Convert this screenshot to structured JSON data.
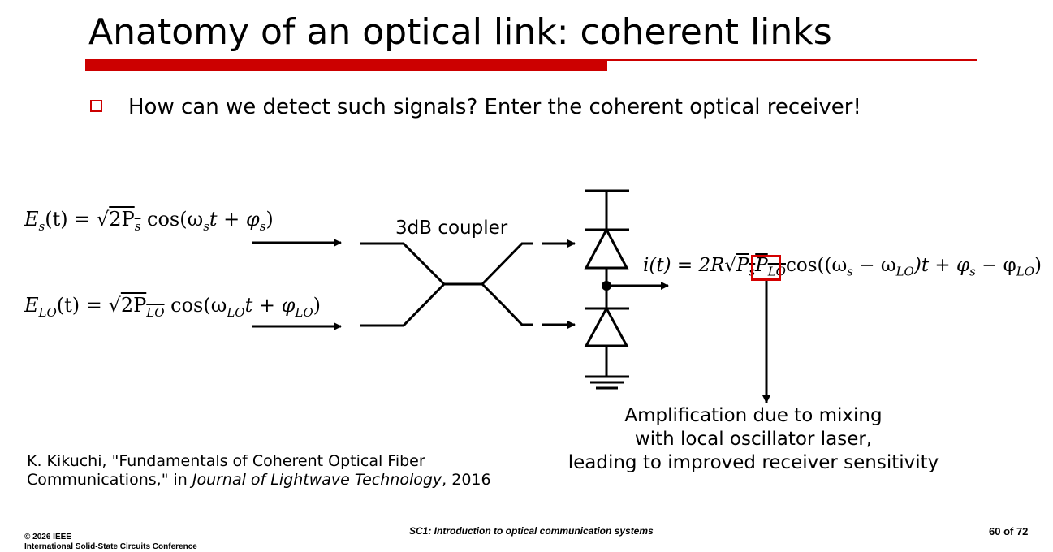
{
  "slide": {
    "title": "Anatomy of an optical link: coherent links",
    "bullet": "How can we detect such signals? Enter the coherent optical receiver!",
    "accent_color": "#cc0000"
  },
  "diagram": {
    "signal_eq": {
      "lhs_E": "E",
      "lhs_sub": "s",
      "lhs_rest": "(t) = ",
      "sqrt_sym": "√",
      "sqrt_body": "2P",
      "sqrt_sub": "s",
      "cos_pre": " cos(ω",
      "cos_sub1": "s",
      "cos_mid": "t + φ",
      "cos_sub2": "s",
      "cos_end": ")"
    },
    "lo_eq": {
      "lhs_E": "E",
      "lhs_sub": "LO",
      "lhs_rest": "(t) = ",
      "sqrt_sym": "√",
      "sqrt_body": "2P",
      "sqrt_sub": "LO",
      "cos_pre": " cos(ω",
      "cos_sub1": "LO",
      "cos_mid": "t + φ",
      "cos_sub2": "LO",
      "cos_end": ")"
    },
    "coupler_label": "3dB coupler",
    "output_eq": {
      "lhs": "i(t) = 2R",
      "sqrt_sym": "√",
      "ps": "P",
      "ps_sub": "s",
      "plo": "P",
      "plo_sub": "LO",
      "cos_pre": "cos((ω",
      "w_sub1": "s",
      "minus": " − ω",
      "w_sub2": "LO",
      "mid": ")t + φ",
      "phi_sub1": "s",
      "minus2": " − φ",
      "phi_sub2": "LO",
      "end": ")"
    },
    "caption": [
      "Amplification due to mixing",
      "with local oscillator laser,",
      "leading to improved receiver sensitivity"
    ]
  },
  "reference": {
    "line1": "K. Kikuchi, \"Fundamentals of Coherent Optical Fiber",
    "line2_pre": "Communications,\" in ",
    "line2_journal": "Journal of Lightwave Technology",
    "line2_post": ", 2016"
  },
  "footer": {
    "center": "SC1: Introduction to optical communication systems",
    "copyright": "© 2026 IEEE",
    "conference": "International Solid-State Circuits Conference",
    "page": "60 of 72"
  }
}
